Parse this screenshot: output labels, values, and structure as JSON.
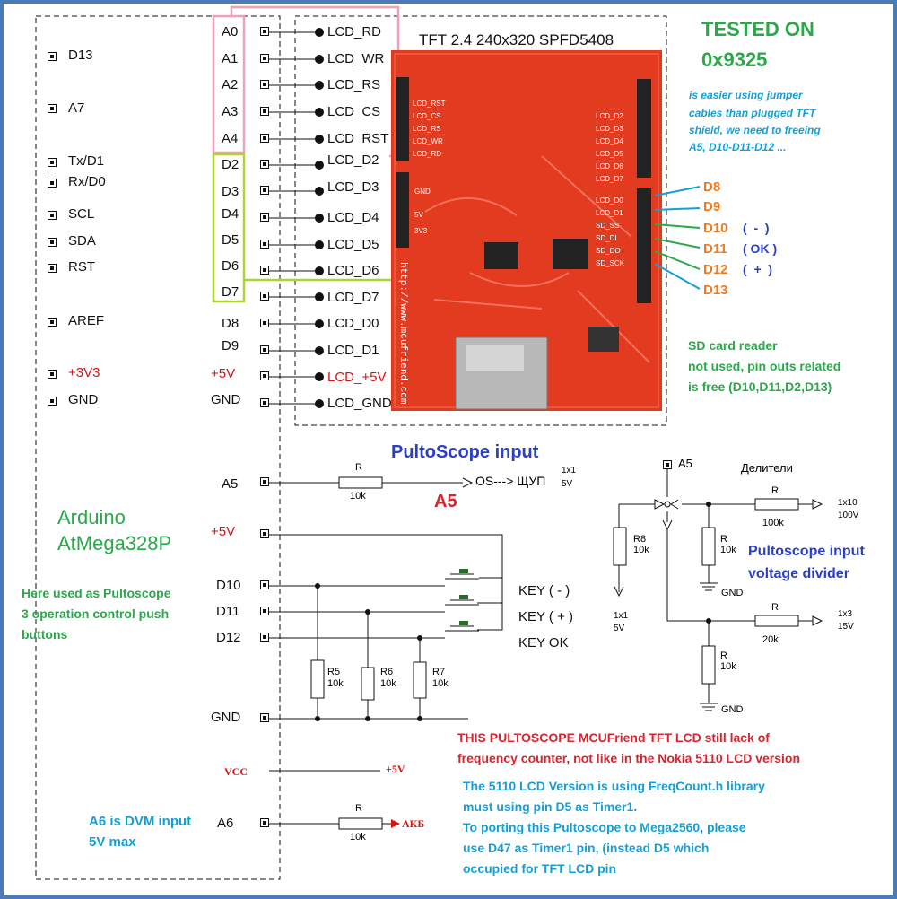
{
  "arduino": {
    "title_line1": "Arduino",
    "title_line2": "AtMega328P",
    "left_pins": [
      "D13",
      "A7",
      "Tx/D1",
      "Rx/D0",
      "SCL",
      "SDA",
      "RST",
      "AREF",
      "+3V3",
      "GND"
    ],
    "right_pins": [
      "A0",
      "A1",
      "A2",
      "A3",
      "A4",
      "D2",
      "D3",
      "D4",
      "D5",
      "D6",
      "D7",
      "D8",
      "D9",
      "+5V",
      "GND"
    ],
    "lower_pins": [
      "A5",
      "+5V",
      "D10",
      "D11",
      "D12",
      "GND"
    ],
    "vcc": "VCC",
    "a6": "A6"
  },
  "lcd_wires": [
    "LCD_RD",
    "LCD_WR",
    "LCD_RS",
    "LCD_CS",
    "LCD  RST",
    "LCD_D2",
    "LCD_D3",
    "LCD_D4",
    "LCD_D5",
    "LCD_D6",
    "LCD_D7",
    "LCD_D0",
    "LCD_D1",
    "LCD_+5V",
    "LCD_GND"
  ],
  "tft": {
    "title": "TFT 2.4 240x320 SPFD5408",
    "url": "http://www.mcufriend.com",
    "left_labels": [
      "LCD_RST",
      "LCD_CS",
      "LCD_RS",
      "LCD_WR",
      "LCD_RD"
    ],
    "power_labels": [
      "GND",
      "5V",
      "3V3"
    ],
    "right_labels": [
      "LCD_D2",
      "LCD_D3",
      "LCD_D4",
      "LCD_D5",
      "LCD_D6",
      "LCD_D7",
      "LCD_D0",
      "LCD_D1",
      "SD_SS",
      "SD_DI",
      "SD_DO",
      "SD_SCK"
    ]
  },
  "tested": {
    "line1": "TESTED ON",
    "line2": "0x9325"
  },
  "jumper_note": [
    "is easier using jumper",
    "cables than plugged TFT",
    "shield, we need to freeing",
    "A5, D10-D11-D12 ..."
  ],
  "shield_pins": [
    {
      "pin": "D8",
      "func": ""
    },
    {
      "pin": "D9",
      "func": ""
    },
    {
      "pin": "D10",
      "func": "(  -  )"
    },
    {
      "pin": "D11",
      "func": "( OK )"
    },
    {
      "pin": "D12",
      "func": "(  +  )"
    },
    {
      "pin": "D13",
      "func": ""
    }
  ],
  "sd_note": [
    "SD card reader",
    "not used, pin outs related",
    "is free (D10,D11,D2,D13)"
  ],
  "pultoscope_input": {
    "title": "PultoScope input",
    "resistor": "R",
    "resistor_value": "10k",
    "dest": "OS---> ЩУП",
    "ratio": "1x1",
    "volt": "5V",
    "tag": "A5"
  },
  "buttons": {
    "keys": [
      "KEY ( - )",
      "KEY ( + )",
      "KEY OK"
    ],
    "resistors": [
      {
        "name": "R5",
        "value": "10k"
      },
      {
        "name": "R6",
        "value": "10k"
      },
      {
        "name": "R7",
        "value": "10k"
      }
    ]
  },
  "pushbutton_note": [
    "Here used as Pultoscope",
    "3 operation control push",
    "buttons"
  ],
  "divider": {
    "pin": "A5",
    "title": "Делители",
    "r8": {
      "name": "R8",
      "value": "10k"
    },
    "r_top": {
      "name": "R",
      "value": "100k"
    },
    "r_top_gnd": {
      "name": "R",
      "value": "10k"
    },
    "r_bottom": {
      "name": "R",
      "value": "20k"
    },
    "r_bottom_gnd": {
      "name": "R",
      "value": "10k"
    },
    "in1": {
      "ratio": "1x10",
      "volt": "100V"
    },
    "in2": {
      "ratio": "1x3",
      "volt": "15V"
    },
    "out": {
      "ratio": "1x1",
      "volt": "5V"
    },
    "gnd": "GND",
    "label": [
      "Pultoscope input",
      "voltage divider"
    ]
  },
  "freq_note": [
    "THIS PULTOSCOPE MCUFriend TFT LCD still lack of",
    "frequency counter, not like in the Nokia 5110 LCD version"
  ],
  "lcd5110_note": [
    "The 5110 LCD Version is using FreqCount.h library",
    "must using pin D5 as Timer1.",
    "To porting this Pultoscope to Mega2560, please",
    "use D47 as Timer1 pin, (instead D5 which",
    "occupied for TFT LCD pin"
  ],
  "dvm": {
    "note": [
      "A6 is DVM input",
      "5V max"
    ],
    "resistor": "R",
    "value": "10k",
    "dest": "АКБ"
  },
  "vcc_dest": "+5V"
}
